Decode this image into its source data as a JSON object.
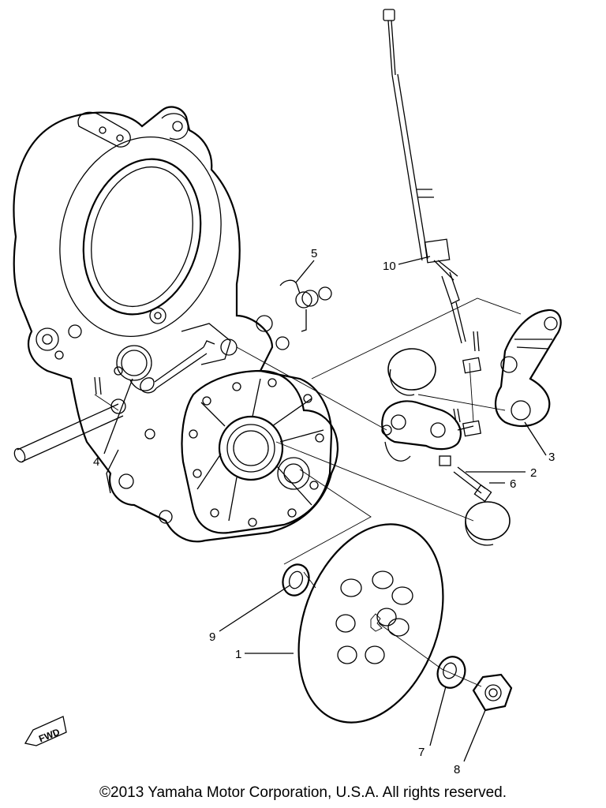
{
  "callouts": [
    {
      "id": "1",
      "text": "1"
    },
    {
      "id": "2",
      "text": "2"
    },
    {
      "id": "3",
      "text": "3"
    },
    {
      "id": "4",
      "text": "4"
    },
    {
      "id": "5",
      "text": "5"
    },
    {
      "id": "6",
      "text": "6"
    },
    {
      "id": "7",
      "text": "7"
    },
    {
      "id": "8",
      "text": "8"
    },
    {
      "id": "9",
      "text": "9"
    },
    {
      "id": "10",
      "text": "10"
    }
  ],
  "fwd_marker": "FWD",
  "footer": {
    "copyright": "©2013 Yamaha Motor Corporation, U.S.A. All rights reserved."
  }
}
